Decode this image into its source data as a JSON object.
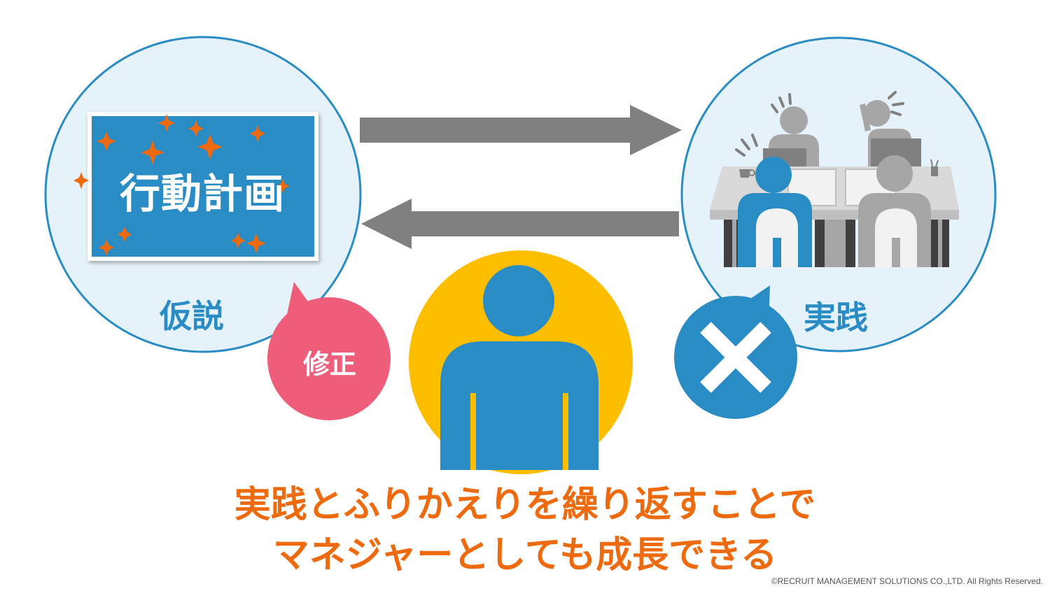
{
  "diagram": {
    "plan_card_text": "行動計画",
    "hypothesis_label": "仮説",
    "practice_label": "実践",
    "correction_bubble_text": "修正",
    "failure_bubble_icon": "cross-icon",
    "center_person_icon": "person-icon",
    "message_line1": "実践とふりかえりを繰り返すことで",
    "message_line2": "マネジャーとしても成長できる"
  },
  "footer": {
    "copyright": "©RECRUIT MANAGEMENT SOLUTIONS CO.,LTD. All Rights Reserved."
  },
  "colors": {
    "circle_fill": "#E6F2F9",
    "circle_stroke": "#2A8CC4",
    "plan_card": "#2A8CC4",
    "sparkle": "#EE6A0E",
    "arrow": "#808080",
    "correction_bubble": "#EE5E7A",
    "failure_bubble": "#2A8CC4",
    "center_circle": "#FDBE00",
    "person": "#2A8CC4",
    "message_text": "#EE6A0E"
  }
}
